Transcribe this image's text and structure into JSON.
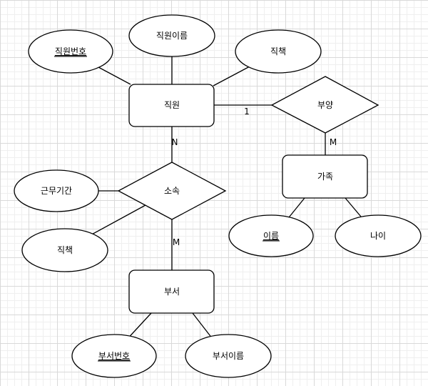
{
  "diagram": {
    "entities": {
      "employee": "직원",
      "family": "가족",
      "department": "부서"
    },
    "relationships": {
      "support": "부양",
      "belong": "소속"
    },
    "attributes": {
      "emp_no": "직원번호",
      "emp_name": "직원이름",
      "emp_title": "직책",
      "fam_name": "이름",
      "fam_age": "나이",
      "work_period": "근무기간",
      "rel_title": "직책",
      "dept_no": "부서번호",
      "dept_name": "부서이름"
    },
    "cardinalities": {
      "emp_support": "1",
      "support_family": "M",
      "emp_belong": "N",
      "belong_dept": "M"
    }
  }
}
